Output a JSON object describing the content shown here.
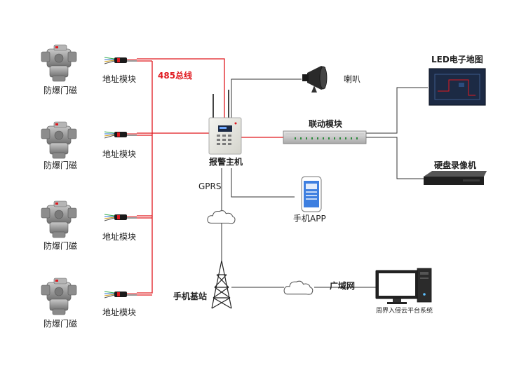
{
  "labels": {
    "door_magnet": "防爆门磁",
    "address_module": "地址模块",
    "bus_485": "485总线",
    "alarm_host": "报警主机",
    "speaker": "喇叭",
    "linkage_module": "联动模块",
    "led_map": "LED电子地图",
    "nvr": "硬盘录像机",
    "gprs": "GPRS",
    "phone_app": "手机APP",
    "base_station": "手机基站",
    "wan": "广域网",
    "platform": "周界入侵云平台系统"
  },
  "colors": {
    "bus_line": "#e0191f",
    "link_line": "#333333",
    "device_gray": "#9a9a9a",
    "screen_dark": "#1c2a44"
  },
  "icons": {
    "door_magnet": "explosion-proof-door-magnet-icon",
    "address_module": "address-module-icon",
    "alarm_host": "alarm-host-icon",
    "speaker": "speaker-icon",
    "linkage_module": "linkage-module-icon",
    "led_map": "led-map-screen-icon",
    "nvr": "nvr-icon",
    "phone": "phone-app-icon",
    "tower": "cell-tower-icon",
    "cloud": "cloud-icon",
    "computer": "computer-icon"
  }
}
